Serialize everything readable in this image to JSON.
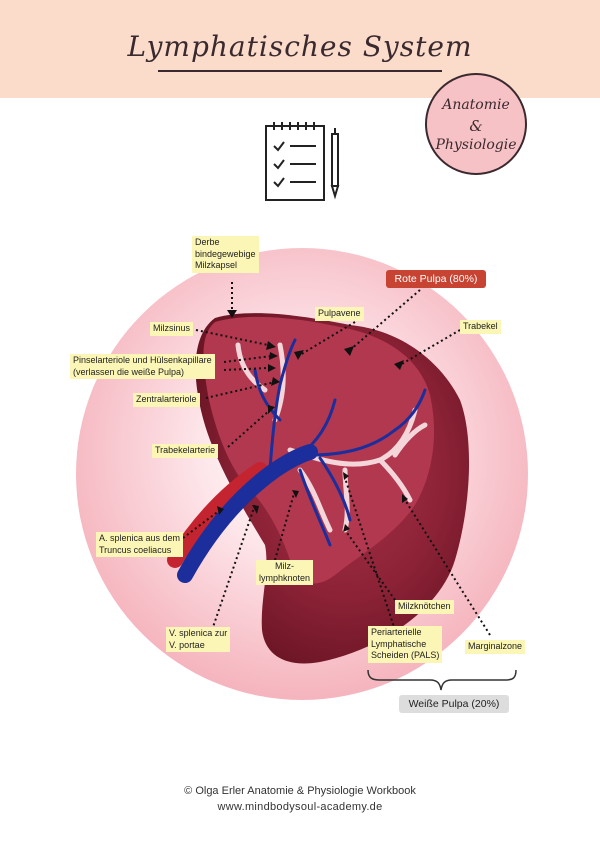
{
  "header": {
    "title": "Lymphatisches System"
  },
  "badge": {
    "line1": "Anatomie",
    "line2": "&",
    "line3": "Physiologie"
  },
  "labels": {
    "derbe": "Derbe",
    "derbe2": "bindegewebige",
    "derbe3": "Milzkapsel",
    "milzsinus": "Milzsinus",
    "pulpavene": "Pulpavene",
    "rote_pulpa": "Rote Pulpa (80%)",
    "trabekel": "Trabekel",
    "pinsel1": "Pinselarteriole und Hülsenkapillare",
    "pinsel2": "(verlassen die weiße Pulpa)",
    "zentralarteriole": "Zentralarteriole",
    "trabekelarterie": "Trabekelarterie",
    "asplenica1": "A. splenica aus dem",
    "asplenica2": "Truncus coeliacus",
    "milzlymph1": "Milz-",
    "milzlymph2": "lymphknoten",
    "vsplenica1": "V. splenica zur",
    "vsplenica2": "V. portae",
    "milzknoetchen": "Milzknötchen",
    "pals1": "Periarterielle",
    "pals2": "Lymphatische",
    "pals3": "Scheiden (PALS)",
    "marginalzone": "Marginalzone",
    "weisse_pulpa": "Weiße Pulpa (20%)"
  },
  "footer": {
    "copyright": "© Olga Erler Anatomie & Physiologie Workbook",
    "url": "www.mindbodysoul-academy.de"
  },
  "colors": {
    "header_bg": "#fbdccb",
    "rote_pulpa_bg": "#c74332",
    "label_bg": "#fbf6b5",
    "vessel_blue": "#1c2e9c",
    "spleen_dark": "#7a1a2a"
  }
}
